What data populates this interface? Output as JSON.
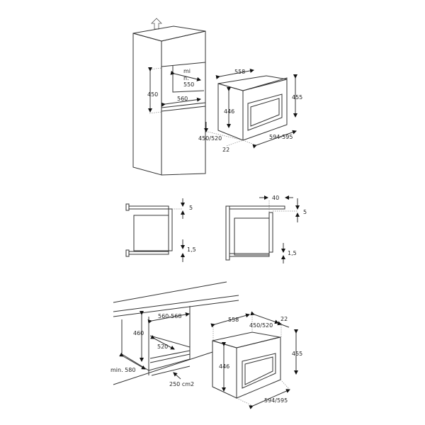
{
  "top_view": {
    "niche_height": "450",
    "niche_depth_min_1": "mi",
    "niche_depth_min_2": "n.",
    "niche_depth_min_3": "550",
    "niche_width": "560",
    "oven_depth": "558",
    "oven_front_height": "446",
    "oven_total_height": "455",
    "oven_door_depth": "450/520",
    "oven_panel_offset": "22",
    "oven_width": "594-595"
  },
  "middle_view": {
    "left_top_gap": "5",
    "left_bottom_gap": "1,5",
    "right_overhang": "40",
    "right_top_gap": "5",
    "right_bottom_gap": "1,5"
  },
  "bottom_view": {
    "niche_width": "560-568",
    "niche_height": "460",
    "niche_depth": "520",
    "cabinet_depth": "min. 580",
    "ventilation": "250 cm2",
    "oven_depth": "558",
    "oven_door_depth": "450/520",
    "oven_panel_offset": "22",
    "oven_total_height": "455",
    "oven_front_height": "446",
    "oven_width": "594/595"
  }
}
